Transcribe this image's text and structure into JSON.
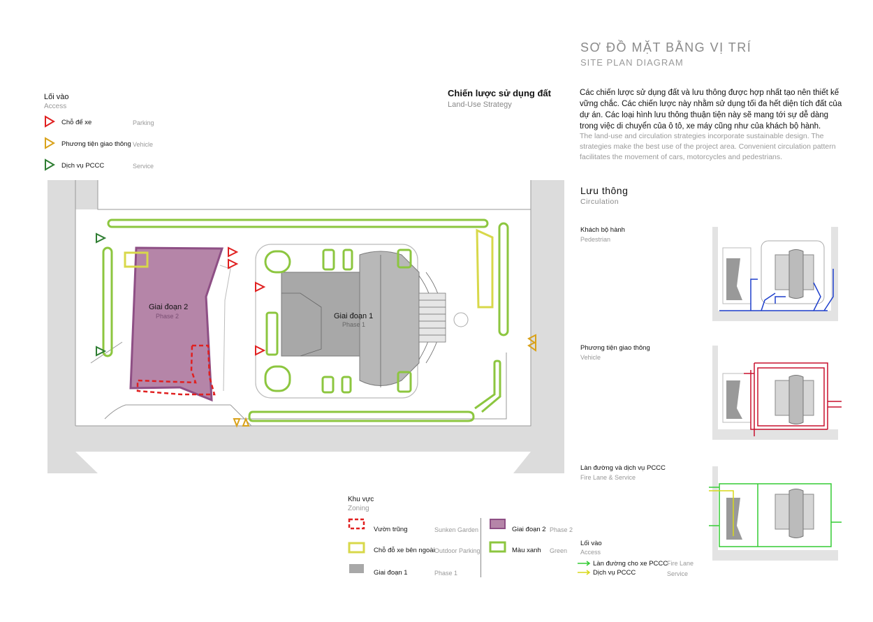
{
  "header": {
    "title": "SƠ ĐỒ MẶT BẰNG VỊ TRÍ",
    "subtitle": "SITE PLAN DIAGRAM"
  },
  "strategy": {
    "title": "Chiến lược sử dụng đất",
    "subtitle": "Land-Use Strategy",
    "para_vi": "Các chiến lược sử dụng đất và lưu thông được hợp nhất tạo nên thiết kế vững chắc. Các chiến lược này nhằm sử dụng tối đa hết diện tích đất của dự án. Các loại hình lưu thông thuận tiện này sẽ mang tới sự dễ dàng trong việc di chuyển của ô tô, xe máy cũng như của khách bộ hành.",
    "para_en": "The land-use and circulation strategies incorporate sustainable design. The strategies make the best use of the project area.  Convenient circulation pattern facilitates the movement of cars, motorcycles and pedestrians."
  },
  "access_legend": {
    "title": "Lối vào",
    "subtitle": "Access",
    "items": [
      {
        "label": "Chỗ để xe",
        "en": "Parking",
        "color": "#e02020"
      },
      {
        "label": "Phương tiện giao thông",
        "en": "Vehicle",
        "color": "#d9a21a"
      },
      {
        "label": "Dịch vụ PCCC",
        "en": "Service",
        "color": "#2e7d32"
      }
    ]
  },
  "plan": {
    "phase2_label": "Giai đoạn 2",
    "phase2_en": "Phase 2",
    "phase1_label": "Giai đoạn 1",
    "phase1_en": "Phase 1"
  },
  "zoning": {
    "title": "Khu vực",
    "subtitle": "Zoning",
    "items": [
      {
        "label": "Vườn trũng",
        "en": "Sunken Garden"
      },
      {
        "label": "Chỗ đỗ xe bên ngoài",
        "en": "Outdoor Parking"
      },
      {
        "label": "Giai đoạn 1",
        "en": "Phase 1"
      },
      {
        "label": "Giai đoạn 2",
        "en": "Phase 2"
      },
      {
        "label": "Màu xanh",
        "en": "Green"
      }
    ]
  },
  "circulation": {
    "title": "Lưu thông",
    "subtitle": "Circulation",
    "pedestrian": {
      "label": "Khách bộ hành",
      "en": "Pedestrian"
    },
    "vehicle": {
      "label": "Phương tiện giao thông",
      "en": "Vehicle"
    },
    "fire": {
      "label": "Làn đường và dịch vụ PCCC",
      "en": "Fire Lane & Service"
    },
    "access": {
      "label": "Lối vào",
      "en": "Access"
    },
    "fire_legend": [
      {
        "label": "Làn đường cho xe PCCC",
        "en": "Fire Lane",
        "color": "#33cc33"
      },
      {
        "label": "Dịch vụ PCCC",
        "en": "Service",
        "color": "#d9d91a"
      }
    ]
  },
  "colors": {
    "road": "#dcdcdc",
    "green": "#8cc63f",
    "phase2": "#b585a8",
    "phase2_edge": "#8e4f85",
    "sunken": "#e02020",
    "parking": "#d8d84a",
    "building": "#a8a8a8"
  }
}
